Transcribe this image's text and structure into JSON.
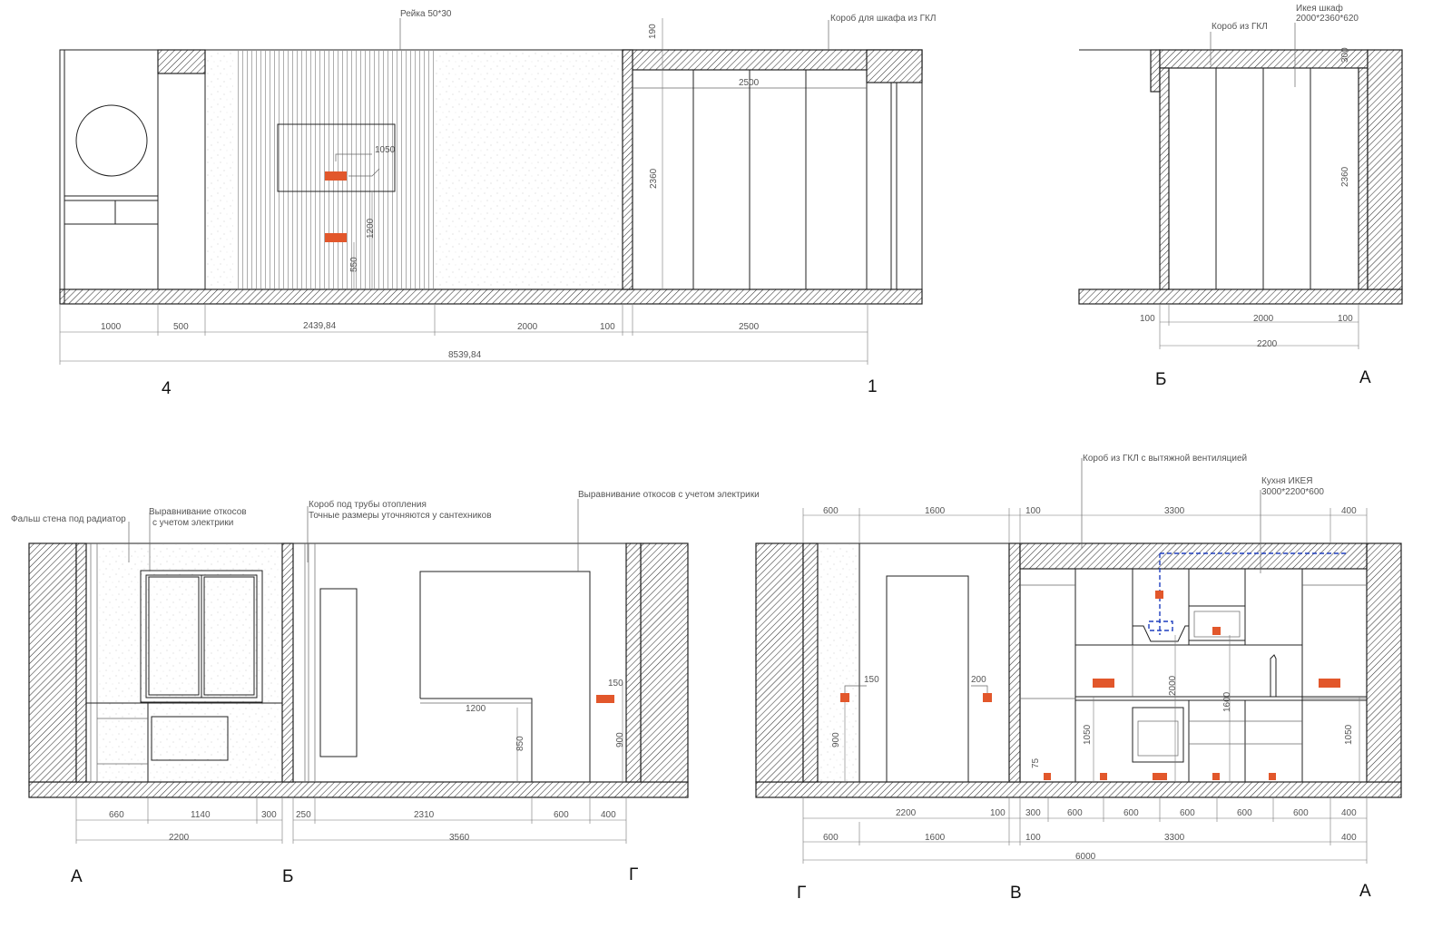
{
  "colors": {
    "socket": "#e2572b",
    "vent_duct": "#1f3fbf",
    "line": "#222222",
    "hatch": "#333333"
  },
  "top_left": {
    "notes": {
      "rail": "Рейка 50*30",
      "gkl_box": "Короб для шкафа из ГКЛ"
    },
    "dims": {
      "h190": "190",
      "w2500_top": "2500",
      "h2360": "2360",
      "tv1050": "1050",
      "s1200": "1200",
      "s550": "550",
      "b1000": "1000",
      "b500": "500",
      "b2439": "2439,84",
      "b2000": "2000",
      "b100": "100",
      "b2500": "2500",
      "total": "8539,84"
    },
    "marks": {
      "left": "4",
      "right": "1"
    }
  },
  "top_right": {
    "notes": {
      "gkl_box": "Короб из ГКЛ",
      "ikea_wardrobe_1": "Икея шкаф",
      "ikea_wardrobe_2": "2000*2360*620"
    },
    "dims": {
      "h300": "300",
      "h2360": "2360",
      "b100a": "100",
      "b2000": "2000",
      "b100b": "100",
      "total": "2200"
    },
    "marks": {
      "left": "Б",
      "right": "А"
    }
  },
  "bottom_left": {
    "notes": {
      "false_wall": "Фальш стена под радиатор",
      "align1": "Выравнивание откосов",
      "align2": "с учетом электрики",
      "pipe_box1": "Короб под трубы отопления",
      "pipe_box2": "Точные размеры уточняются у сантехников",
      "align_elec": "Выравнивание откосов с учетом электрики"
    },
    "dims": {
      "d1200": "1200",
      "d850": "850",
      "d150": "150",
      "d900": "900",
      "b660": "660",
      "b1140": "1140",
      "b300": "300",
      "t2200": "2200",
      "b250": "250",
      "b2310": "2310",
      "b600": "600",
      "b400": "400",
      "t3560": "3560"
    },
    "marks": {
      "a": "А",
      "b": "Б",
      "g": "Г"
    }
  },
  "bottom_right": {
    "notes": {
      "vent_box": "Короб из ГКЛ с вытяжной вентиляцией",
      "kitchen1": "Кухня ИКЕЯ",
      "kitchen2": "3000*2200*600"
    },
    "dims": {
      "t600": "600",
      "t1600": "1600",
      "t100": "100",
      "t3300": "3300",
      "t400": "400",
      "d150": "150",
      "d200": "200",
      "d900": "900",
      "d2000": "2000",
      "d1600": "1600",
      "d1050a": "1050",
      "d1050b": "1050",
      "d75": "75",
      "b2200": "2200",
      "b100": "100",
      "b300": "300",
      "b600a": "600",
      "b600b": "600",
      "b600c": "600",
      "b600d": "600",
      "b600e": "600",
      "b400": "400",
      "c600": "600",
      "c1600": "1600",
      "c100": "100",
      "c3300": "3300",
      "c400": "400",
      "total": "6000"
    },
    "marks": {
      "g": "Г",
      "v": "В",
      "a": "А"
    }
  }
}
